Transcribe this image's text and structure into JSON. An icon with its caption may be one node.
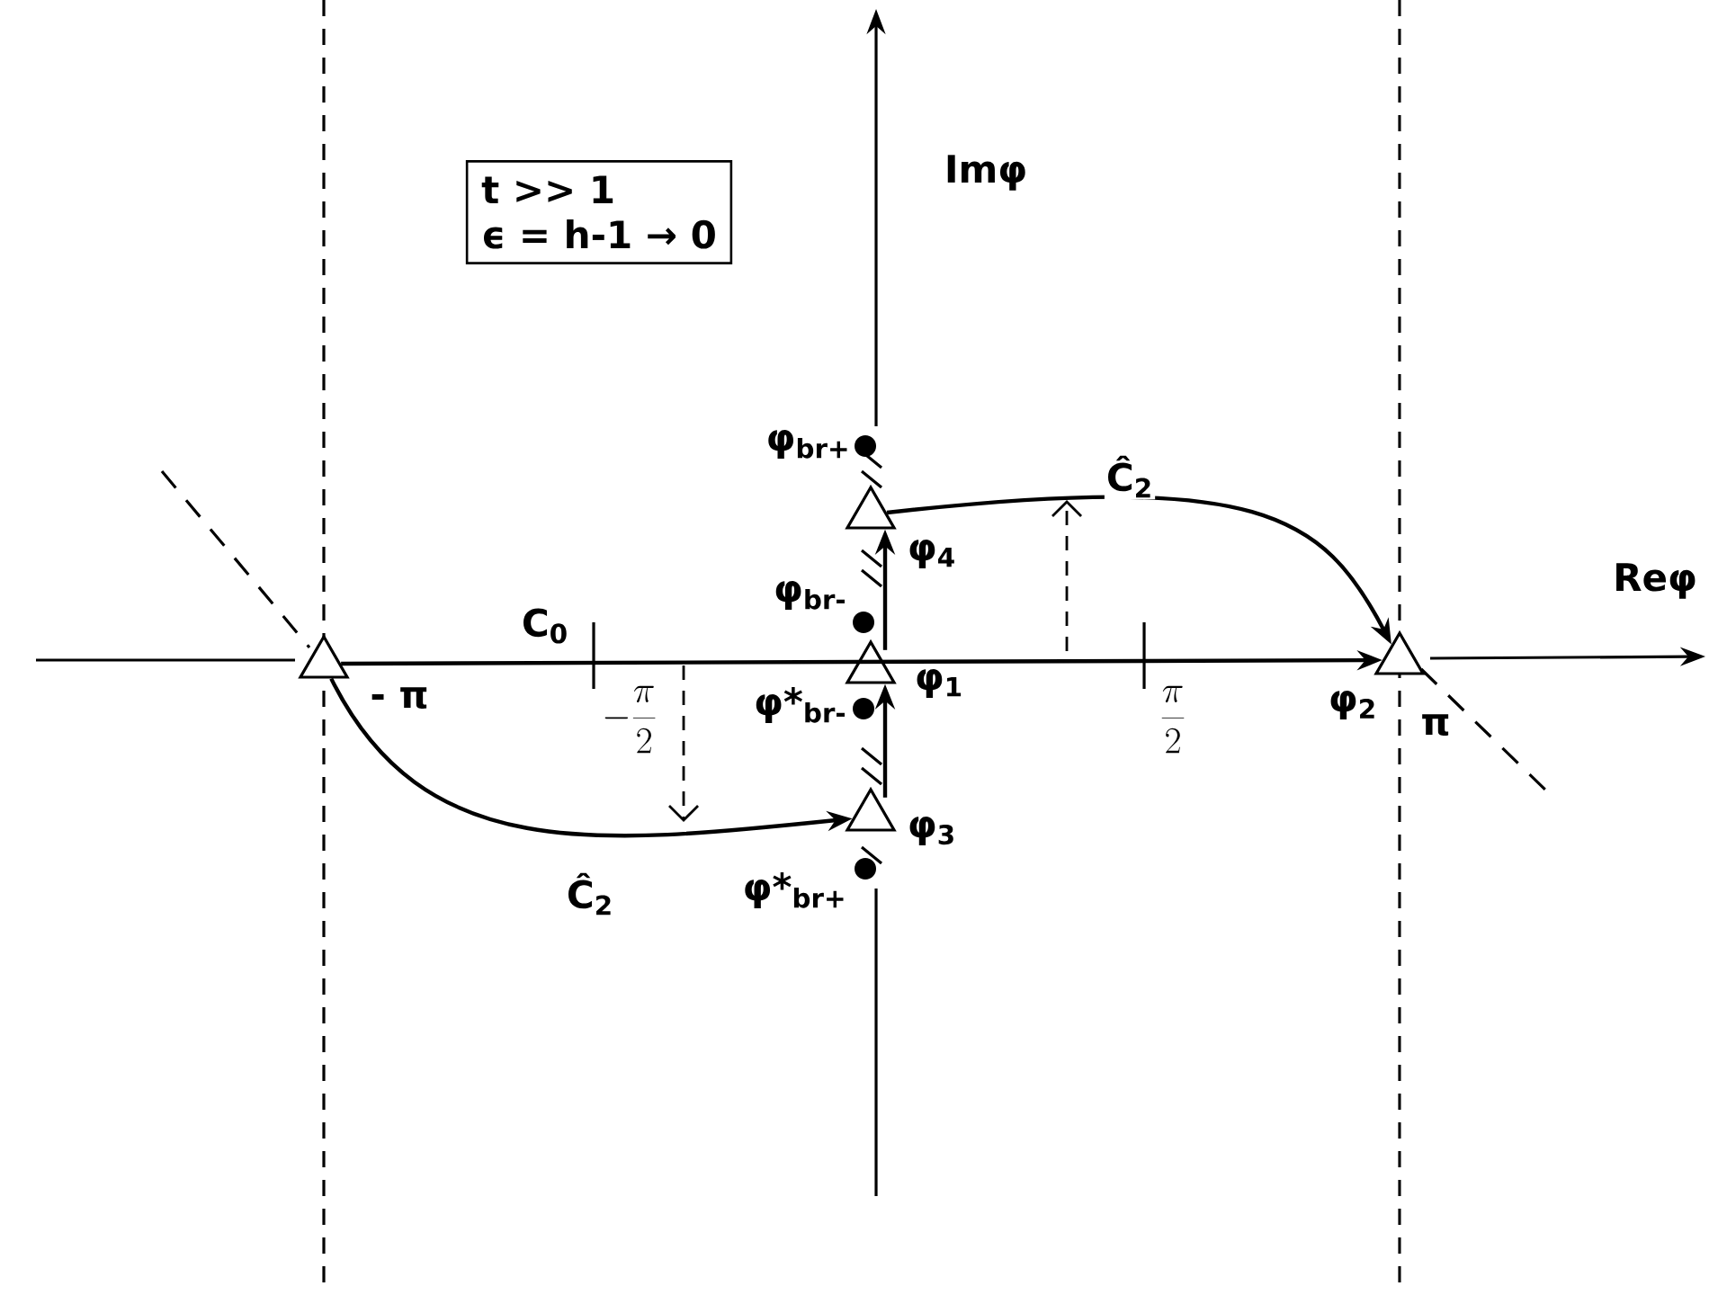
{
  "diagram": {
    "nodes": [
      {
        "text": [
          "t >> 1",
          "ϵ = h-1 → 0"
        ]
      },
      {
        "text": [],
        "shape": "triangle",
        "beside": [
          "- π"
        ]
      },
      {
        "text": [],
        "shape": "triangle",
        "beside": [
          "φ$_{2}$",
          "π"
        ]
      },
      {
        "text": [],
        "shape": "triangle",
        "beside": [
          "φ$_{4}$"
        ]
      },
      {
        "text": [],
        "shape": "triangle",
        "beside": [
          "φ$_{1}$"
        ]
      },
      {
        "text": [],
        "shape": "triangle",
        "beside": [
          "φ$_{3}$"
        ]
      },
      {
        "text": [],
        "shape": "circle",
        "beside": [
          "φ$_{br+}$"
        ]
      },
      {
        "text": [],
        "shape": "circle",
        "beside": [
          "φ$_{br-}$"
        ]
      },
      {
        "text": [],
        "shape": "circle",
        "beside": [
          "φ*$_{br-}$"
        ]
      },
      {
        "text": [],
        "shape": "circle",
        "beside": [
          "φ*$_{br+}$"
        ]
      }
    ],
    "edges": [
      {
        "from": 1,
        "to": 2,
        "arrow": "to",
        "label": "C$_{0}$"
      },
      {
        "from": 1,
        "to": 5,
        "arrow": "to",
        "label": "Ĉ$_{2}$"
      },
      {
        "from": 3,
        "to": 2,
        "arrow": "to",
        "label": "Ĉ$_{2}$"
      },
      {
        "from": 5,
        "to": 4,
        "arrow": "to"
      },
      {
        "from": 4,
        "to": 3,
        "arrow": "to"
      }
    ],
    "labels": [
      "Imφ",
      "Reφ",
      "-\\frac{\\pi}{2}",
      "\\frac{\\pi}{2}"
    ]
  }
}
